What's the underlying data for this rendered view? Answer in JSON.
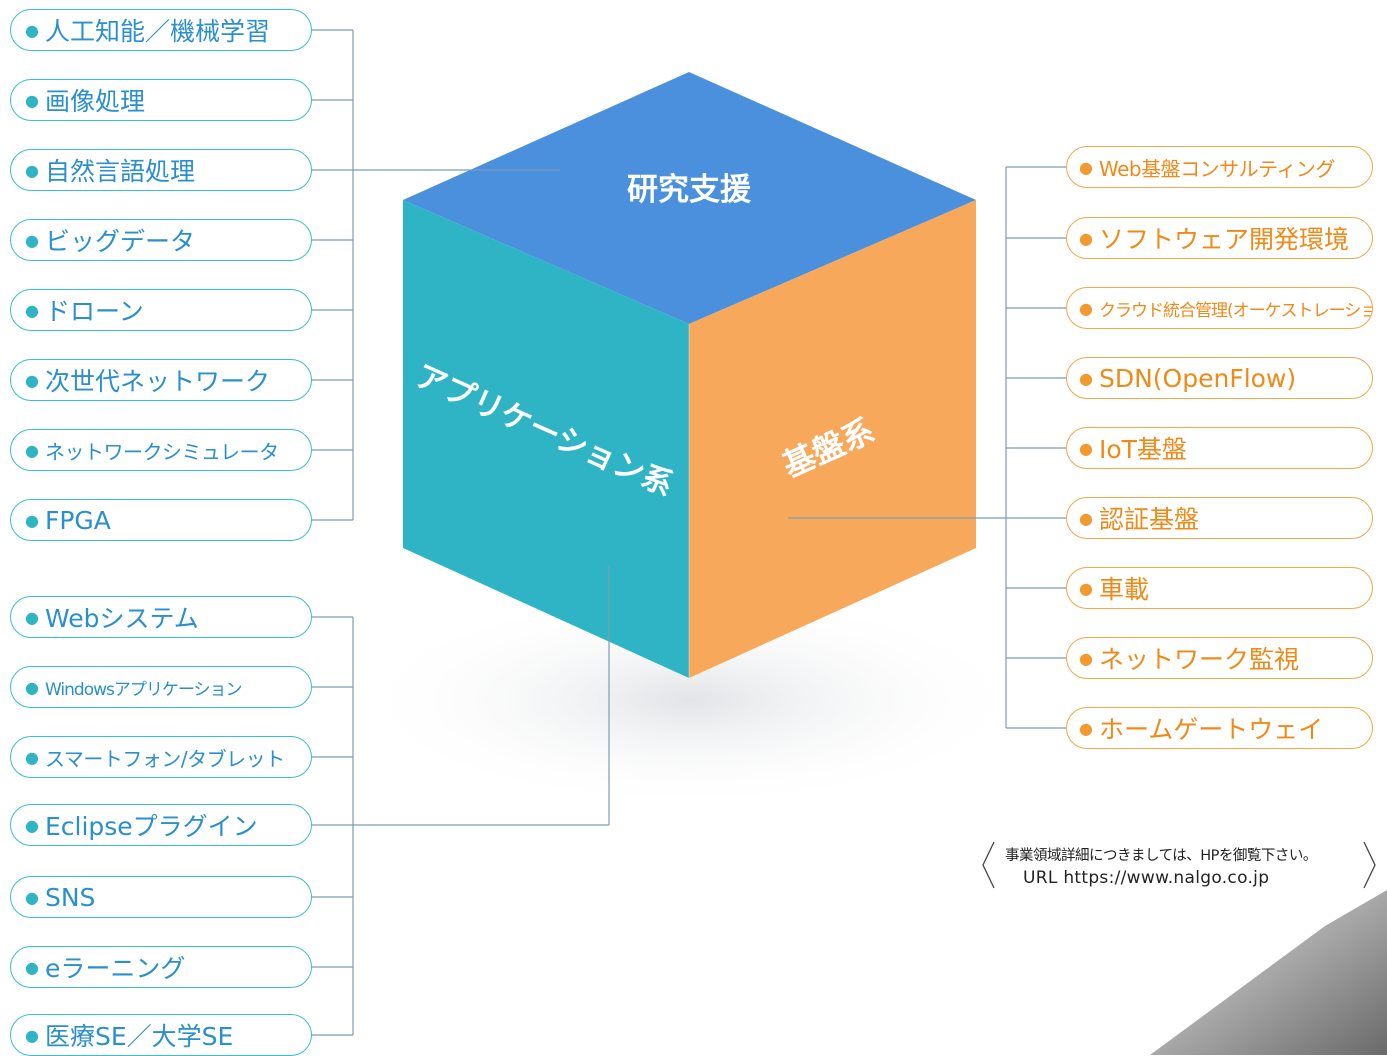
{
  "cube": {
    "top": "研究支援",
    "left": "アプリケーション系",
    "right": "基盤系"
  },
  "research_items": [
    "人工知能／機械学習",
    "画像処理",
    "自然言語処理",
    "ビッグデータ",
    "ドローン",
    "次世代ネットワーク",
    "ネットワークシミュレータ",
    "FPGA"
  ],
  "application_items": [
    "Webシステム",
    "Windowsアプリケーション",
    "スマートフォン/タブレット",
    "Eclipseプラグイン",
    "SNS",
    "eラーニング",
    "医療SE／大学SE"
  ],
  "infrastructure_items": [
    "Web基盤コンサルティング",
    "ソフトウェア開発環境",
    "クラウド統合管理(オーケストレーション)",
    "SDN(OpenFlow)",
    "IoT基盤",
    "認証基盤",
    "車載",
    "ネットワーク監視",
    "ホームゲートウェイ"
  ],
  "note": {
    "line1": "事業領域詳細につきましては、HPを御覧下さい。",
    "line2": "URL https://www.nalgo.co.jp"
  },
  "colors": {
    "top_face": "#4a90dd",
    "left_face": "#2fb4c6",
    "right_face": "#f8a85a",
    "left_pill_border": "#38bfcf",
    "left_pill_text": "#2a8fcd",
    "right_pill_border": "#f5a54a",
    "right_pill_text": "#ef8a18",
    "connector": "#7a9db8"
  }
}
